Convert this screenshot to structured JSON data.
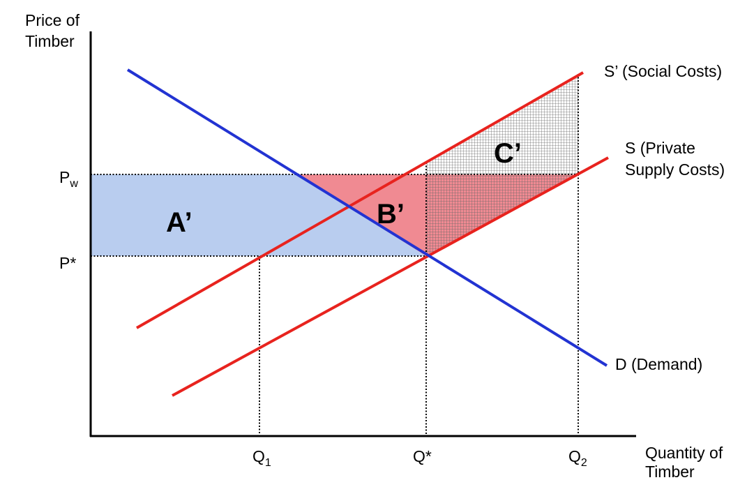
{
  "axes": {
    "y_label": [
      "Price of",
      "Timber"
    ],
    "x_label": [
      "Quantity of",
      "Timber"
    ]
  },
  "ticks": {
    "pw": {
      "main": "P",
      "sub": "w"
    },
    "p_star": "P*",
    "q1": {
      "main": "Q",
      "sub": "1"
    },
    "q_star": "Q*",
    "q2": {
      "main": "Q",
      "sub": "2"
    }
  },
  "curves": {
    "social_supply": {
      "label": "S’ (Social Costs)",
      "color": "#e8231e",
      "text_color": "#e63c1e"
    },
    "private_supply": {
      "label_lines": [
        "S (Private",
        "Supply Costs)"
      ],
      "color": "#e8231e",
      "text_color": "#e63c1e"
    },
    "demand": {
      "label": "D (Demand)",
      "color": "#2233d2",
      "text_color": "#2a3cd0"
    }
  },
  "regions": {
    "a": {
      "label": "A’",
      "color": "#b9cdef"
    },
    "b": {
      "label": "B’",
      "color": "#f08a92"
    },
    "c": {
      "label": "C’",
      "color": "#ffffff"
    },
    "grid_color": "#666666"
  }
}
